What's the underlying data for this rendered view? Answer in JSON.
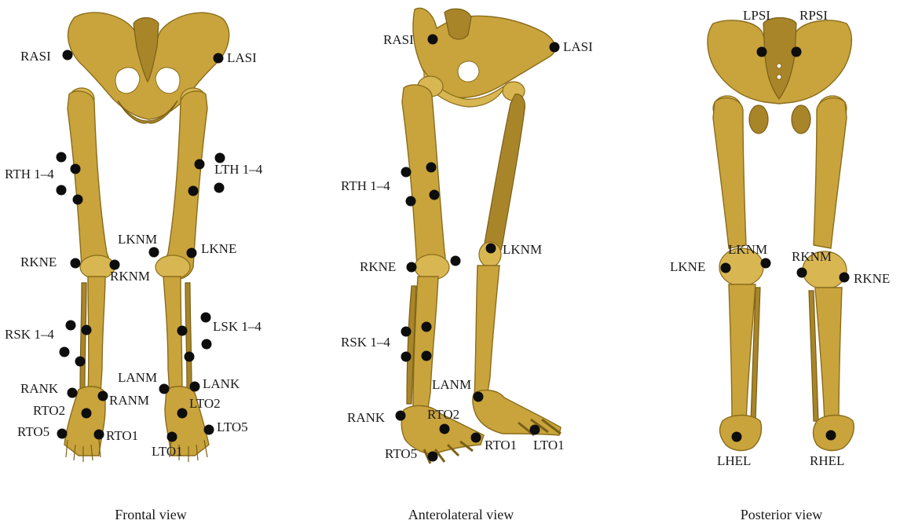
{
  "colors": {
    "bone": "#c9a43c",
    "bone_light": "#d8b652",
    "bone_dark": "#a9852a",
    "marker": "#0d0d0d"
  },
  "views": [
    {
      "id": "frontal",
      "caption": "Frontal view",
      "labels": [
        "RASI",
        "LASI",
        "RTH 1–4",
        "LTH 1–4",
        "LKNM",
        "LKNE",
        "RKNE",
        "RKNM",
        "RSK 1–4",
        "LSK 1–4",
        "RANK",
        "RANM",
        "LANM",
        "LANK",
        "RTO2",
        "LTO2",
        "RTO5",
        "RTO1",
        "LTO5",
        "LTO1"
      ]
    },
    {
      "id": "anterolateral",
      "caption": "Anterolateral view",
      "labels": [
        "RASI",
        "LASI",
        "RTH 1–4",
        "LKNM",
        "RKNE",
        "RSK 1–4",
        "LANM",
        "RANK",
        "RTO2",
        "RTO5",
        "RTO1",
        "LTO1"
      ]
    },
    {
      "id": "posterior",
      "caption": "Posterior view",
      "labels": [
        "LPSI",
        "RPSI",
        "LKNE",
        "LKNM",
        "RKNM",
        "RKNE",
        "LHEL",
        "RHEL"
      ]
    }
  ]
}
